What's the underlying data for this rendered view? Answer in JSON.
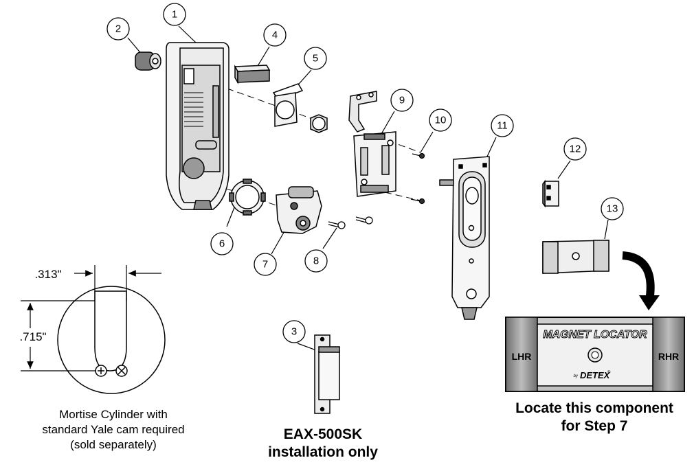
{
  "callouts": [
    "1",
    "2",
    "3",
    "4",
    "5",
    "6",
    "7",
    "8",
    "9",
    "10",
    "11",
    "12",
    "13"
  ],
  "dimensions": {
    "width": ".313\"",
    "height": ".715\""
  },
  "cylinder_note": {
    "line1": "Mortise Cylinder with",
    "line2": "standard Yale cam required",
    "line3": "(sold separately)"
  },
  "kit_note": {
    "line1": "EAX-500SK",
    "line2": "installation only"
  },
  "magnet_locator": {
    "title": "MAGNET LOCATOR",
    "left": "LHR",
    "right": "RHR",
    "brand": "DETEX",
    "brand_prefix": "by",
    "brand_mark": "®"
  },
  "locate_note": {
    "line1": "Locate this component",
    "line2": "for Step 7"
  },
  "colors": {
    "line": "#000000",
    "fill_light": "#f2f2f2",
    "fill_mid": "#d9d9d9",
    "fill_dark": "#8c8c8c"
  }
}
